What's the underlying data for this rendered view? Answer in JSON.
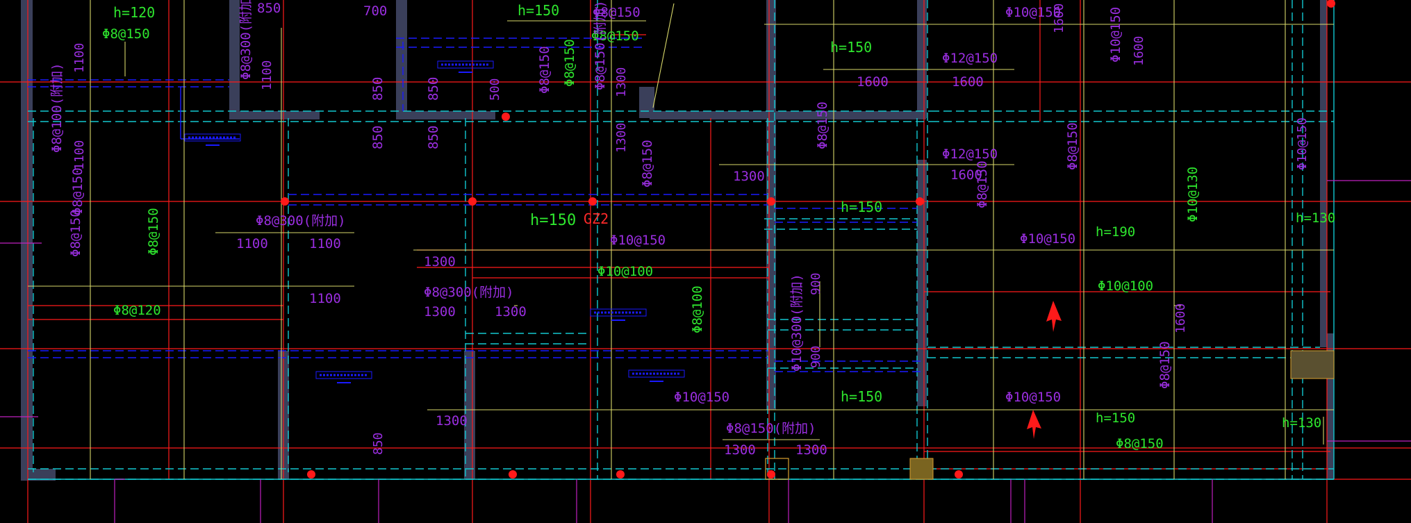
{
  "colors": {
    "background": "#000000",
    "wall": "#3a3f5a",
    "grid_red": "#ff1a1a",
    "cyan": "#12c8d0",
    "blue": "#1a1aff",
    "rebar_yellow": "#d8d86a",
    "text_green": "#2ee62e",
    "text_purple": "#9a2ee0",
    "text_red": "#ff2a2a",
    "magenta": "#c020c0",
    "column_fill": "#7a6420",
    "arrow": "#ff1a1a"
  },
  "icons": {
    "arrow": "red-pointer-arrow-icon",
    "column": "column-section-icon",
    "node": "rebar-node-icon"
  },
  "labels": {
    "l01": "h=120",
    "l02": "Φ8@150",
    "l03": "850",
    "l04": "700",
    "l05": "h=150",
    "l06": "Φ8@150",
    "l07": "Φ8@150",
    "l08": "Φ10@150",
    "l09": "h=150",
    "l10": "Φ12@150",
    "l11": "1600",
    "l12": "1600",
    "l13": "Φ10@150",
    "l14": "1600",
    "l15": "1100",
    "l16": "1100",
    "l17": "1100",
    "l18": "Φ8@300(附加)",
    "l19": "Φ8@100(附加)",
    "l20": "Φ8@150",
    "l21": "850",
    "l22": "850",
    "l23": "850",
    "l24": "850",
    "l25": "500",
    "l26": "Φ8@150",
    "l27": "Φ8@150",
    "l28": "Φ8@150(附加)",
    "l29": "1300",
    "l30": "1300",
    "l31": "Φ8@150",
    "l32": "Φ8@150",
    "l33": "Φ12@150",
    "l34": "1600",
    "l35": "1300",
    "l36": "Φ8@150",
    "l37": "Φ8@150",
    "l38": "Φ8@300(附加)",
    "l39": "1100",
    "l40": "1100",
    "l41": "h=150",
    "l42": "GZ2",
    "l43": "h=150",
    "l44": "Φ10@150",
    "l45": "h=190",
    "l46": "Φ10@150",
    "l47": "Φ10@130",
    "l48": "Φ10@150",
    "l49": "h=130",
    "l50": "Φ8@150",
    "l51": "Φ8@150",
    "l52": "1300",
    "l53": "Φ10@100",
    "l54": "Φ10@100",
    "l55": "Φ8@300(附加)",
    "l56": "1300",
    "l57": "1300",
    "l58": "1100",
    "l59": "Φ8@120",
    "l60": "Φ8@100",
    "l61": "Φ10@300(附加)",
    "l62": "900",
    "l63": "900",
    "l64": "1600",
    "l65": "Φ8@150",
    "l66": "Φ10@150",
    "l67": "h=150",
    "l68": "Φ10@150",
    "l69": "1300",
    "l70": "Φ8@150(附加)",
    "l71": "1300",
    "l72": "1300",
    "l73": "h=150",
    "l74": "Φ8@150",
    "l75": "h=130",
    "l76": "850",
    "l77": "1600"
  }
}
